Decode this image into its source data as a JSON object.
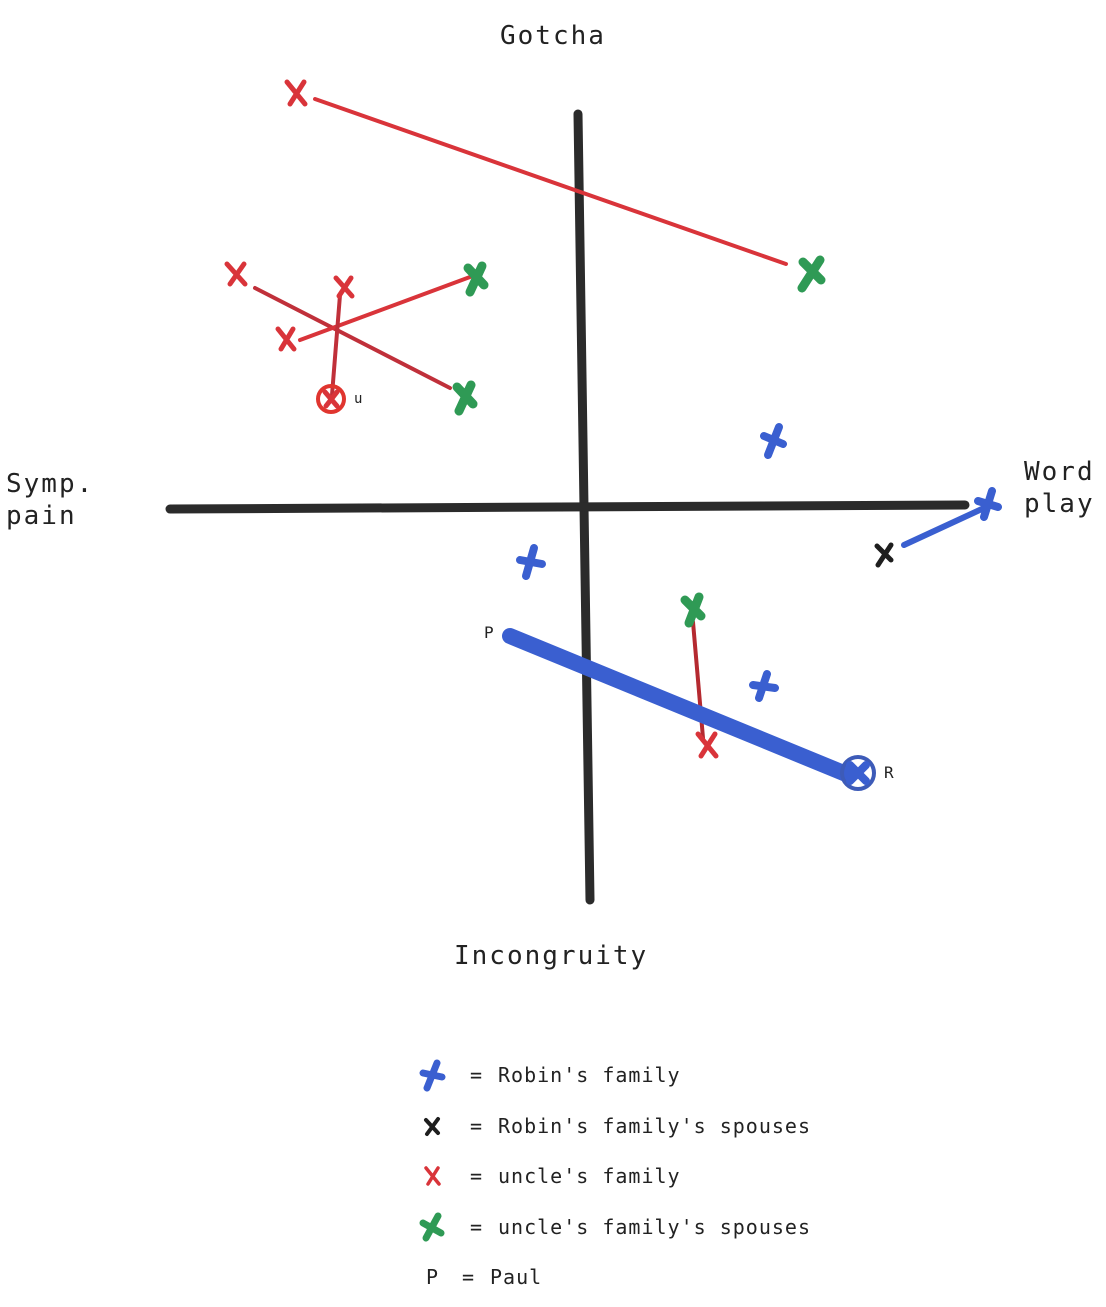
{
  "axes": {
    "top": "Gotcha",
    "bottom": "Incongruity",
    "left": "Symp.\npain",
    "right": "Word\nplay"
  },
  "point_labels": {
    "paul": "P",
    "robin": "R",
    "uncle": "u"
  },
  "colors": {
    "axis": "#2b2b2b",
    "robins_family": "#3a5fd0",
    "robins_family_spouses": "#1e1e1e",
    "uncles_family": "#d9343a",
    "uncles_family_spouses": "#2f9a55"
  },
  "legend": [
    {
      "marker": "blue-cross",
      "equals": "=",
      "text": "Robin's family"
    },
    {
      "marker": "black-cross",
      "equals": "=",
      "text": "Robin's family's spouses"
    },
    {
      "marker": "red-cross",
      "equals": "=",
      "text": "uncle's family"
    },
    {
      "marker": "green-cross",
      "equals": "=",
      "text": "uncle's family's spouses"
    },
    {
      "marker": "letter-p",
      "letter": "P",
      "equals": "=",
      "text": "Paul"
    }
  ]
}
